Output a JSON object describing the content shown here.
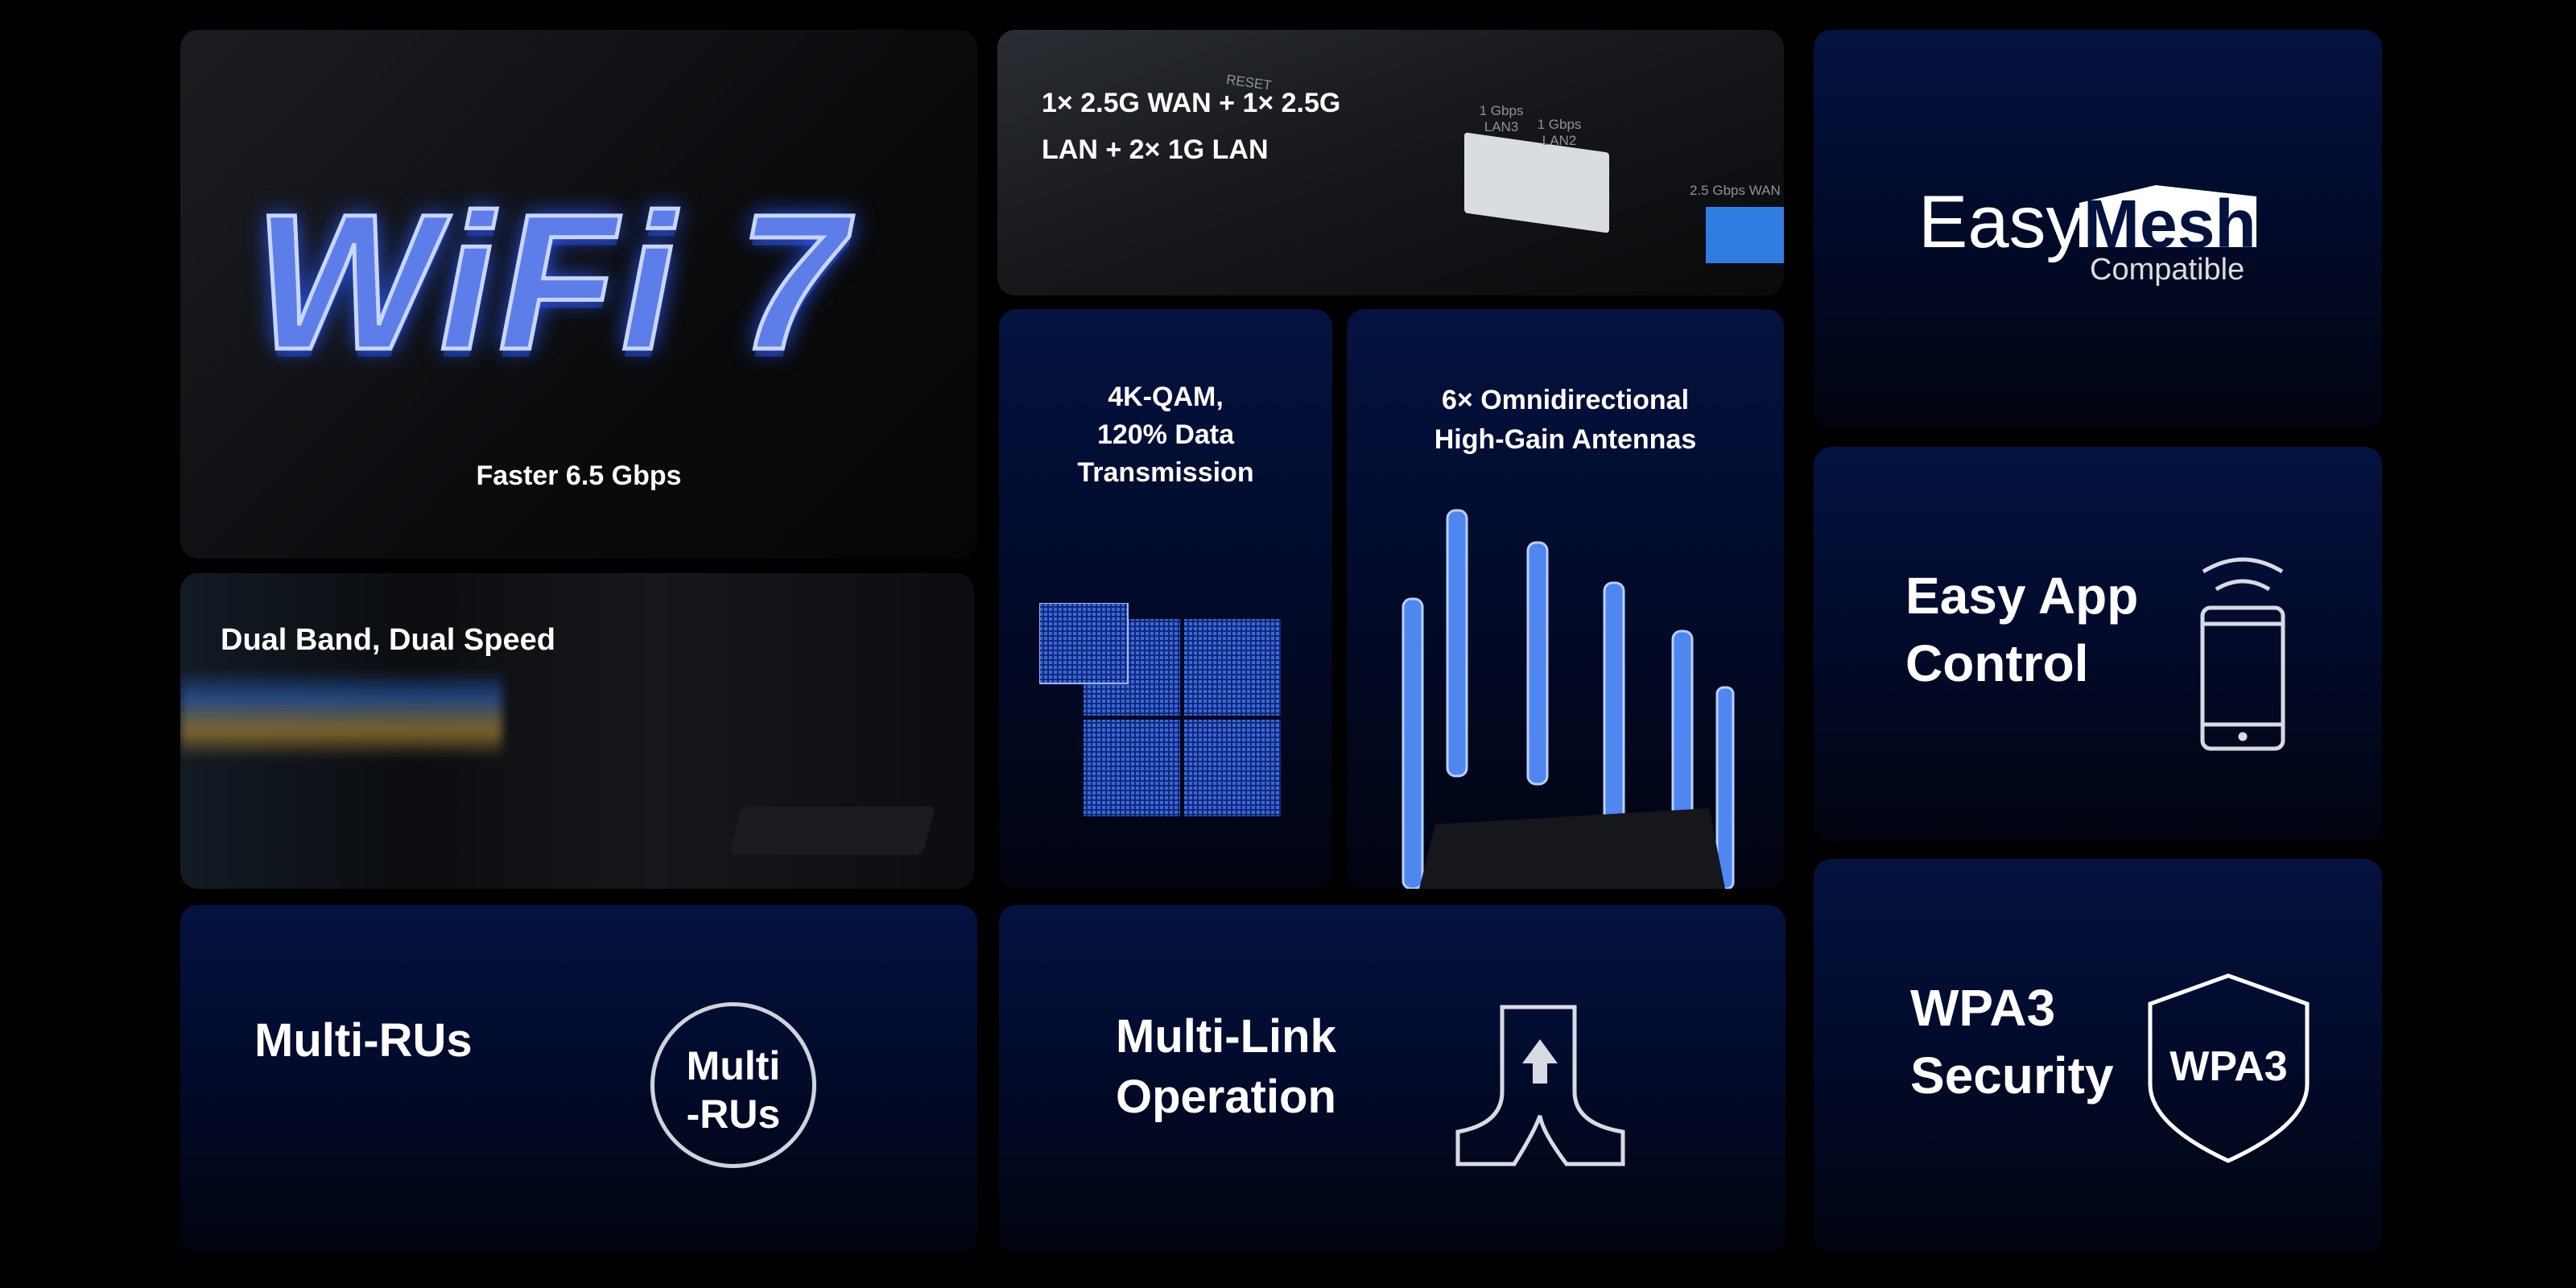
{
  "tiles": {
    "wifi7": {
      "logo": "WiFi 7",
      "caption": "Faster 6.5 Gbps"
    },
    "dual_band": {
      "caption": "Dual Band, Dual Speed"
    },
    "ports": {
      "line1": "1× 2.5G WAN + 1× 2.5G",
      "line2": "LAN + 2× 1G LAN",
      "port_labels": [
        "RESET",
        "1 Gbps LAN3",
        "1 Gbps LAN2",
        "2.5 Gbps WAN"
      ]
    },
    "qam": {
      "line1": "4K-QAM,",
      "line2": "120% Data",
      "line3": "Transmission"
    },
    "antennas": {
      "line1": "6× Omnidirectional",
      "line2": "High-Gain Antennas"
    },
    "easymesh": {
      "logo_word1": "Easy",
      "logo_word2": "Mesh",
      "logo_sub": "Compatible"
    },
    "app": {
      "line1": "Easy App",
      "line2": "Control",
      "icon": "smartphone-wifi-icon"
    },
    "wpa3": {
      "line1": "WPA3",
      "line2": "Security",
      "badge": "WPA3",
      "icon": "shield-icon"
    },
    "multi_ru": {
      "title": "Multi-RUs",
      "badge_line1": "Multi",
      "badge_line2": "-RUs"
    },
    "mlo": {
      "line1": "Multi-Link",
      "line2": "Operation",
      "icon": "merge-arrow-icon"
    }
  },
  "colors": {
    "accent": "#3b6cff",
    "tile_top": "#03123f",
    "tile_bottom": "#01040f"
  }
}
